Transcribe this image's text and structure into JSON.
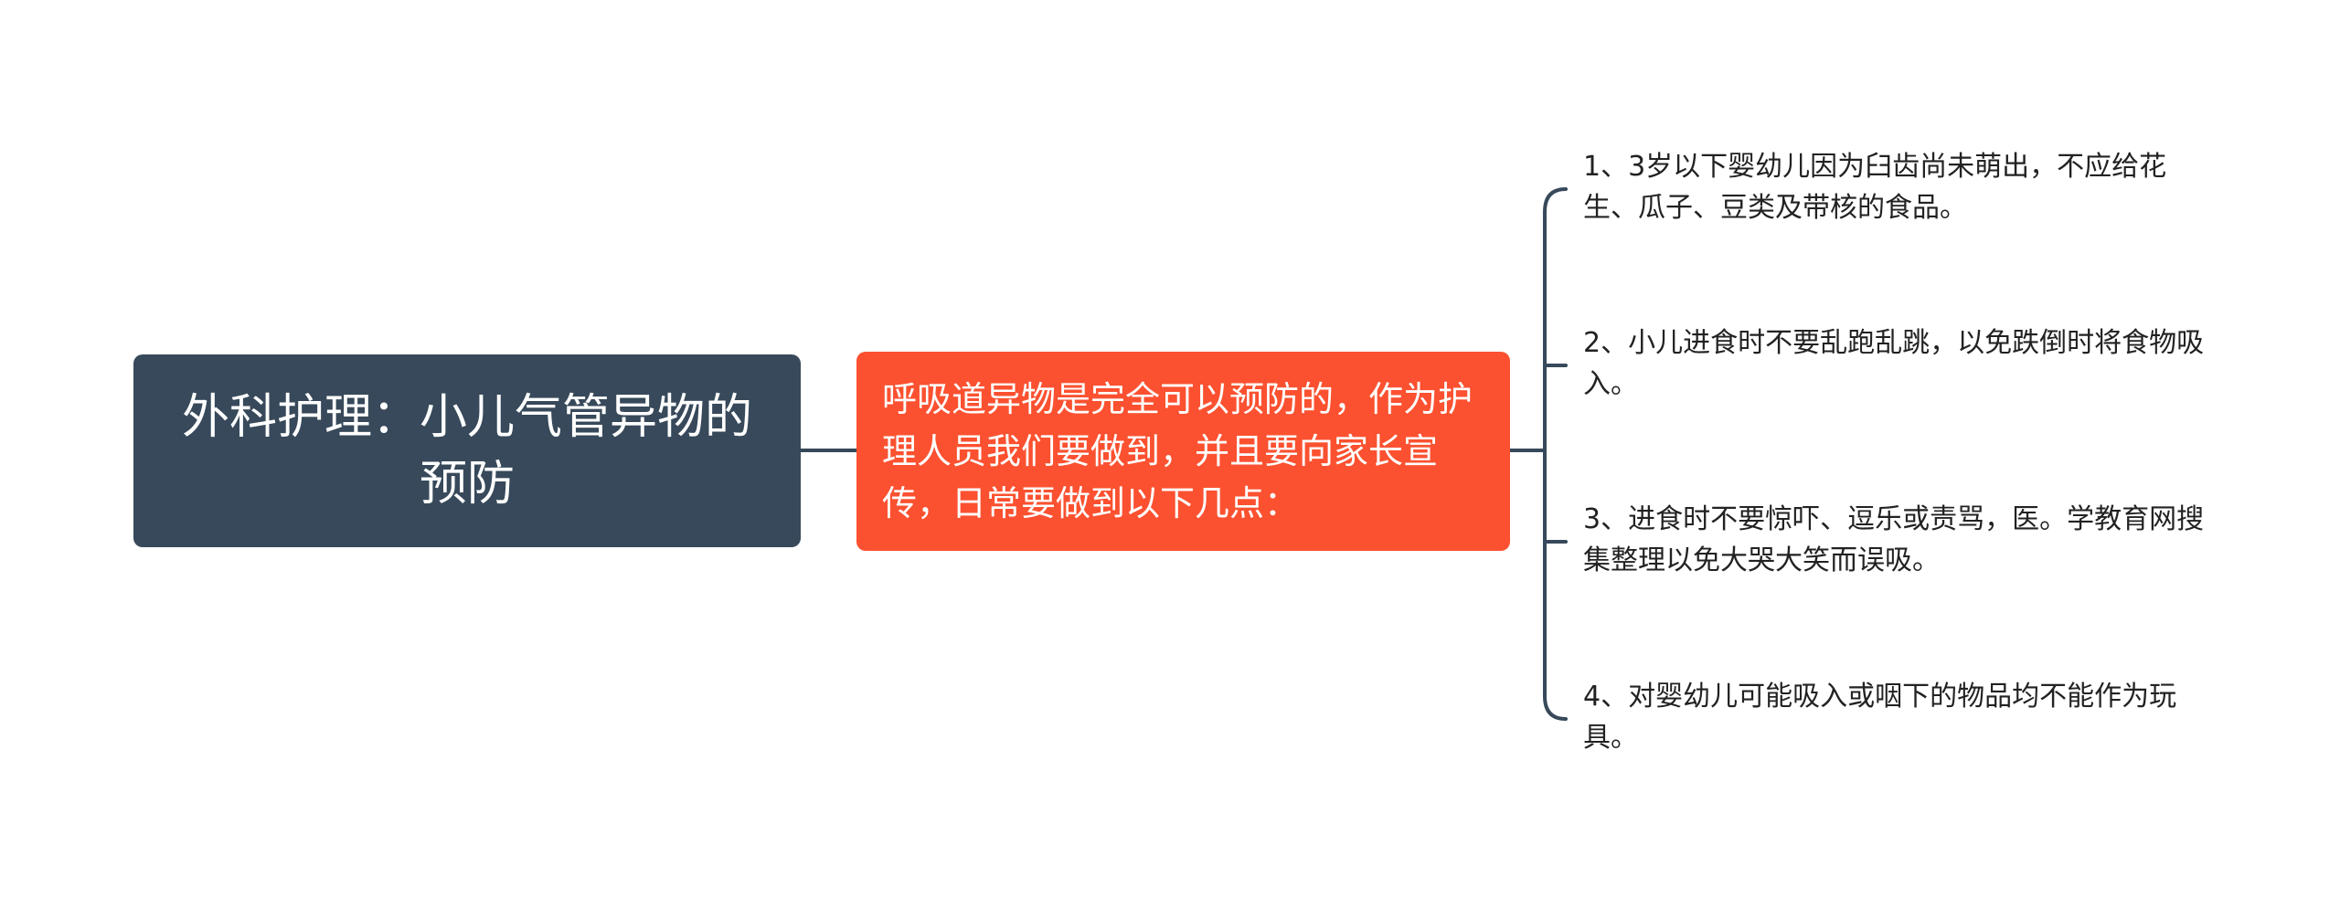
{
  "mindmap": {
    "root": {
      "label": "外科护理：小儿气管异物的预防",
      "color": "#37495a"
    },
    "main": {
      "label": "呼吸道异物是完全可以预防的，作为护理人员我们要做到，并且要向家长宣传，日常要做到以下几点：",
      "color": "#fb5130"
    },
    "leaves": [
      {
        "label": "1、3岁以下婴幼儿因为臼齿尚未萌出，不应给花生、瓜子、豆类及带核的食品。"
      },
      {
        "label": "2、小儿进食时不要乱跑乱跳，以免跌倒时将食物吸入。"
      },
      {
        "label": "3、进食时不要惊吓、逗乐或责骂，医。学教育网搜集整理以免大哭大笑而误吸。"
      },
      {
        "label": "4、对婴幼儿可能吸入或咽下的物品均不能作为玩具。"
      }
    ],
    "connector_color": "#37495a"
  }
}
